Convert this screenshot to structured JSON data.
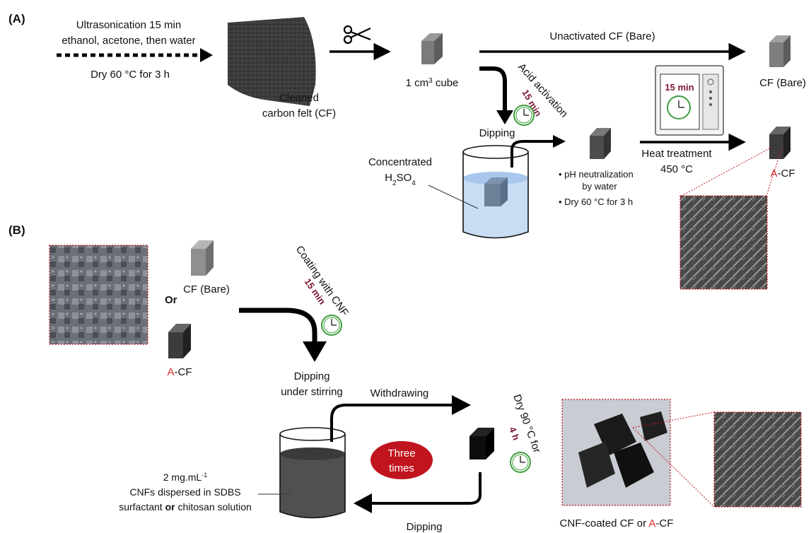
{
  "panels": {
    "a_label": "(A)",
    "b_label": "(B)"
  },
  "panel_a": {
    "pretreatment": {
      "line1": "Ultrasonication 15 min",
      "line2": "ethanol, acetone, then water",
      "line3": "Dry 60 °C for 3 h"
    },
    "felt_caption": {
      "line1": "Cleaned",
      "line2": "carbon felt (CF)"
    },
    "cube_caption": {
      "prefix": "1 cm",
      "sup": "3",
      "suffix": " cube"
    },
    "unactivated_label": "Unactivated CF (Bare)",
    "bare_label": "CF (Bare)",
    "acid_activation": "Acid activation",
    "acid_time": "15 min",
    "dipping": "Dipping",
    "h2so4": {
      "line1": "Concentrated",
      "line2_main": "H",
      "line2_sub1": "2",
      "line2_mid": "SO",
      "line2_sub2": "4"
    },
    "neutralization": {
      "bullet1": "pH neutralization",
      "bullet1b": "by water",
      "bullet2": "Dry 60 °C for 3 h"
    },
    "oven_time": "15 min",
    "heat": {
      "line1": "Heat treatment",
      "line2": "450 °C"
    },
    "acf": {
      "prefix": "A",
      "suffix": "-CF"
    }
  },
  "panel_b": {
    "or_label": "Or",
    "bare_label": "CF (Bare)",
    "acf": {
      "prefix": "A",
      "suffix": "-CF"
    },
    "coating": "Coating with CNF",
    "coating_time": "15 min",
    "dipping_stir": {
      "line1": "Dipping",
      "line2": "under stirring"
    },
    "withdrawing": "Withdrawing",
    "three_times": {
      "line1": "Three",
      "line2": "times"
    },
    "dry": "Dry 90 °C for",
    "dry_time": "4 h",
    "dipping_back": "Dipping",
    "solution": {
      "line1_main": "2 mg.mL",
      "line1_sup": "-1",
      "line2": "CNFs dispersed in SDBS",
      "line3_a": "surfactant ",
      "line3_b": "or",
      "line3_c": " chitosan solution"
    },
    "final_caption": {
      "a": "CNF-coated CF or ",
      "b": "A",
      "c": "-CF"
    }
  },
  "colors": {
    "acid_red": "#d52b2b",
    "clock_green": "#3f9d3f",
    "ellipse_red": "#c0141e",
    "time_label": "#7a1630"
  }
}
